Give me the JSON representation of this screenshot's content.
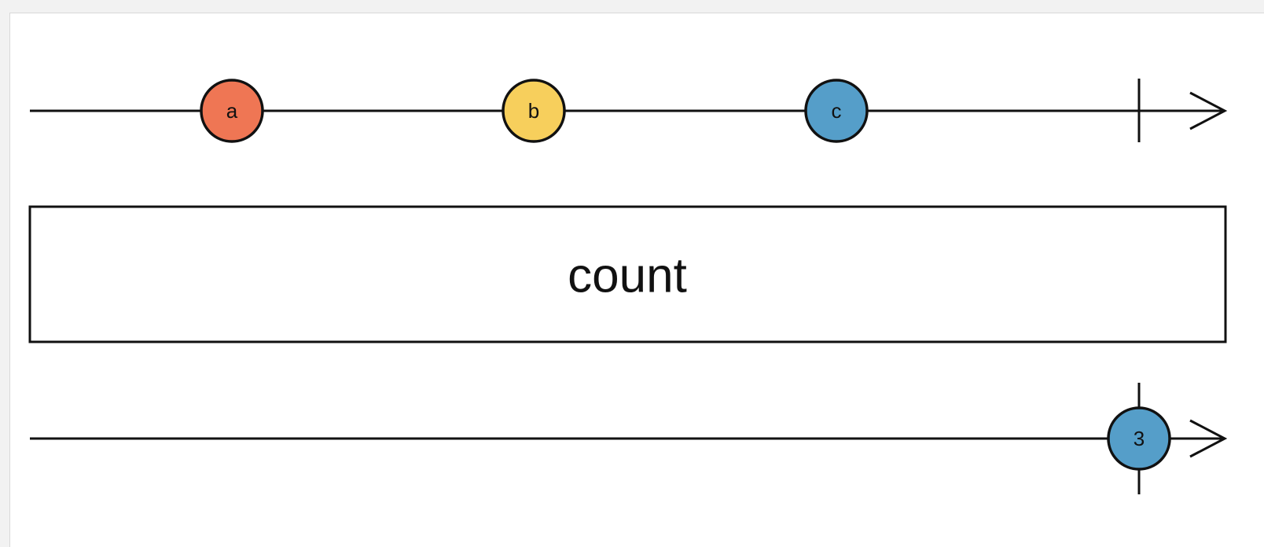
{
  "input_stream": {
    "marbles": [
      {
        "label": "a",
        "color": "#ef7654"
      },
      {
        "label": "b",
        "color": "#f7cf5c"
      },
      {
        "label": "c",
        "color": "#559ec9"
      }
    ],
    "completes": true
  },
  "operator": {
    "label": "count"
  },
  "output_stream": {
    "marbles": [
      {
        "label": "3",
        "color": "#559ec9"
      }
    ],
    "completes": true
  }
}
